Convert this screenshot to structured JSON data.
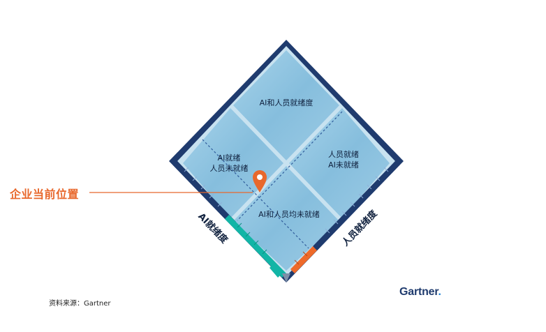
{
  "callout_label": "企业当前位置",
  "quadrants": {
    "top": "AI和人员就绪度",
    "left_line1": "AI就绪",
    "left_line2": "人员未就绪",
    "right_line1": "人员就绪",
    "right_line2": "AI未就绪",
    "bottom": "AI和人员均未就绪"
  },
  "axes": {
    "left_axis": "AI就绪度",
    "right_axis": "人员就绪度"
  },
  "source": "资料来源：Gartner",
  "brand": {
    "name": "Gartner",
    "dot": "."
  },
  "colors": {
    "frame": "#1f3b6e",
    "tile": "#8fc3df",
    "teal": "#12b5a6",
    "orange": "#ee6a2a",
    "pin": "#e8682c"
  }
}
